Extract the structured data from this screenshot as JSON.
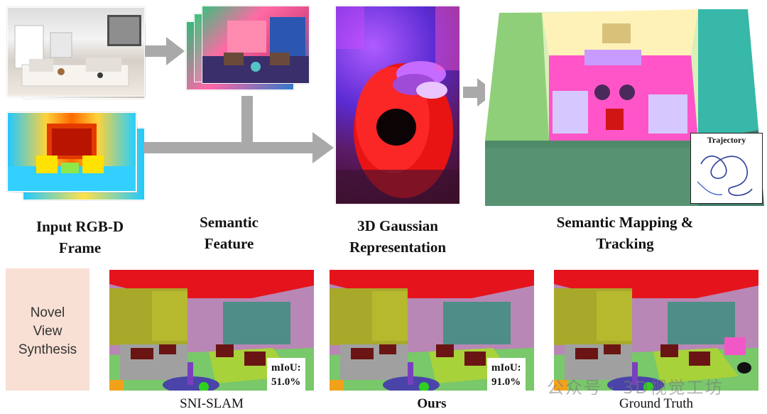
{
  "stages": {
    "input": {
      "title_line1": "Input RGB-D",
      "title_line2": "Frame"
    },
    "semantic": {
      "title_line1": "Semantic",
      "title_line2": "Feature"
    },
    "gaussian": {
      "title_line1": "3D Gaussian",
      "title_line2": "Representation"
    },
    "mapping": {
      "title_line1": "Semantic Mapping &",
      "title_line2": "Tracking",
      "trajectory_label": "Trajectory"
    }
  },
  "novel_view": {
    "line1": "Novel",
    "line2": "View",
    "line3": "Synthesis"
  },
  "results": [
    {
      "caption": "SNI-SLAM",
      "miou_label": "mIoU:",
      "miou_value": "51.0%"
    },
    {
      "caption": "Ours",
      "miou_label": "mIoU:",
      "miou_value": "91.0%"
    },
    {
      "caption": "Ground Truth"
    }
  ],
  "watermark": "公众号 · 3D视觉工坊",
  "colors": {
    "arrow": "#a9a9a9",
    "novel_view_bg": "#f8e0d4",
    "ceiling": "#e5141c",
    "wall": "#b887b5",
    "panel": "#a8a82a",
    "tv": "#4e8e86",
    "sofa": "#a7d23a",
    "cushion": "#6a1414",
    "floor": "#79c86a"
  }
}
